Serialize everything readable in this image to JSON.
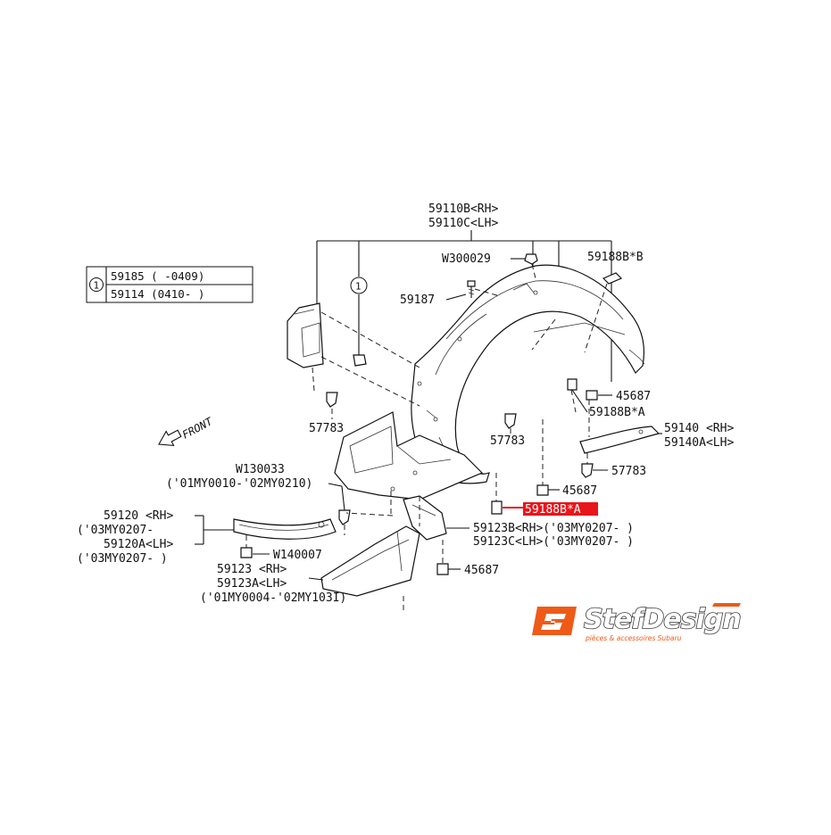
{
  "diagram": {
    "main_part": [
      "59110B<RH>",
      "59110C<LH>"
    ],
    "legend": {
      "marker": "1",
      "rows": [
        "59185 (    -0409)",
        "59114 (0410-    )"
      ]
    },
    "front_label": "FRONT",
    "callout_marker": "1",
    "labels": {
      "w300029": "W300029",
      "p59187": "59187",
      "p59188b_b": "59188B*B",
      "p45687_a": "45687",
      "p59188b_a_1": "59188B*A",
      "p59140": "59140 <RH>",
      "p59140a": "59140A<LH>",
      "p57783_left": "57783",
      "p57783_mid": "57783",
      "p57783_right": "57783",
      "p45687_b": "45687",
      "p59188b_a_hl": "59188B*A",
      "w130033": "W130033",
      "w130033_date": "('01MY0010-'02MY0210)",
      "p59120": "59120 <RH>",
      "p59120_date": "('03MY0207-",
      "p59120a": "59120A<LH>",
      "p59120a_date": "('03MY0207-       )",
      "w140007": "W140007",
      "p59123": "59123 <RH>",
      "p59123a": "59123A<LH>",
      "p59123_date": "('01MY0004-'02MY103I)",
      "p59123b": "59123B<RH>('03MY0207-       )",
      "p59123c": "59123C<LH>('03MY0207-       )",
      "p45687_c": "45687"
    },
    "highlight_color": "#e8151b"
  },
  "logo": {
    "name": "StefDesign",
    "tagline": "pièces & accessoires Subaru",
    "color": "#ef5a17"
  }
}
